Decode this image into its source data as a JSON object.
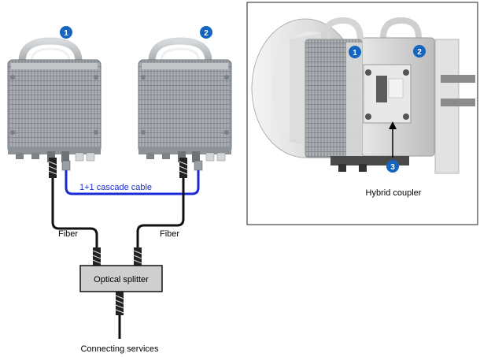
{
  "badges": {
    "one": "1",
    "two": "2",
    "three": "3"
  },
  "labels": {
    "cascade_cable": "1+1 cascade cable",
    "fiber_left": "Fiber",
    "fiber_right": "Fiber",
    "optical_splitter": "Optical splitter",
    "connecting_services": "Connecting services",
    "hybrid_coupler": "Hybrid coupler"
  },
  "colors": {
    "badge": "#1565c0",
    "cascade_cable": "#1a2ad6",
    "splitter_fill": "#cfcfcf",
    "unit_body": "#9ea3a8"
  }
}
